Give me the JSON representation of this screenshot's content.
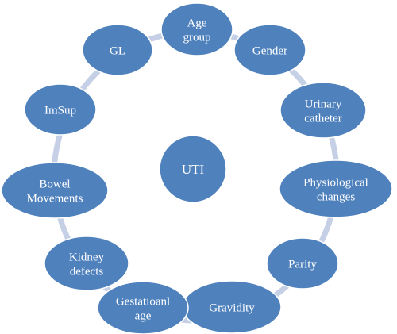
{
  "colors": {
    "node_fill": "#4F81BD",
    "node_stroke": "#FFFFFF",
    "ring": "#C5D0E6",
    "text": "#FFFFFF"
  },
  "center": {
    "lines": [
      "UTI"
    ]
  },
  "nodes": [
    {
      "lines": [
        "Age",
        "group"
      ]
    },
    {
      "lines": [
        "Gender"
      ]
    },
    {
      "lines": [
        "Urinary",
        "catheter"
      ]
    },
    {
      "lines": [
        "Physiological",
        "changes"
      ]
    },
    {
      "lines": [
        "Parity"
      ]
    },
    {
      "lines": [
        "Gravidity"
      ]
    },
    {
      "lines": [
        "Gestatioanl",
        "age"
      ]
    },
    {
      "lines": [
        "Kidney",
        "defects"
      ]
    },
    {
      "lines": [
        "Bowel",
        "Movements"
      ]
    },
    {
      "lines": [
        "ImSup"
      ]
    },
    {
      "lines": [
        "GL"
      ]
    }
  ]
}
